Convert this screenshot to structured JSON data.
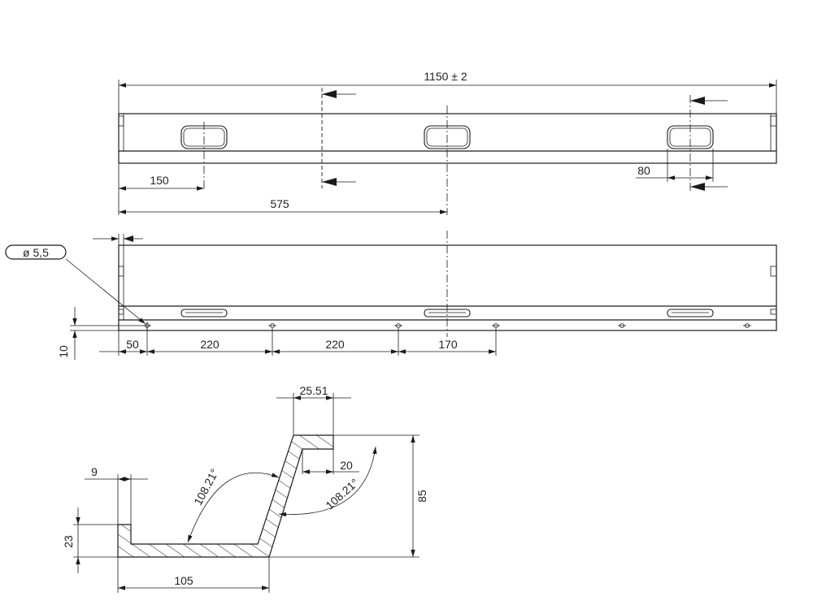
{
  "drawing": {
    "overall_length": "1150 ± 2",
    "dim_150": "150",
    "dim_575": "575",
    "dim_80": "80",
    "hole_diameter": "ø 5,5",
    "dim_10": "10",
    "dim_50": "50",
    "dim_220a": "220",
    "dim_220b": "220",
    "dim_170": "170",
    "dim_25_51": "25.51",
    "dim_20": "20",
    "dim_9": "9",
    "dim_23": "23",
    "dim_105": "105",
    "dim_85": "85",
    "angle_left": "108.21°",
    "angle_right": "108.21°"
  }
}
